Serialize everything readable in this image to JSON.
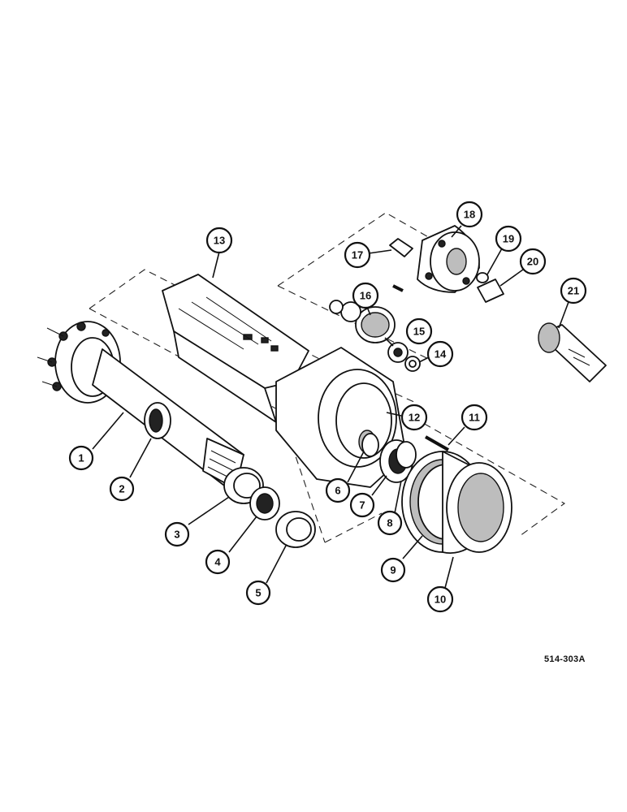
{
  "reference_code": "514-303A",
  "callouts": [
    "1",
    "2",
    "3",
    "4",
    "5",
    "6",
    "7",
    "8",
    "9",
    "10",
    "11",
    "12",
    "13",
    "14",
    "15",
    "16",
    "17",
    "18",
    "19",
    "20",
    "21"
  ]
}
